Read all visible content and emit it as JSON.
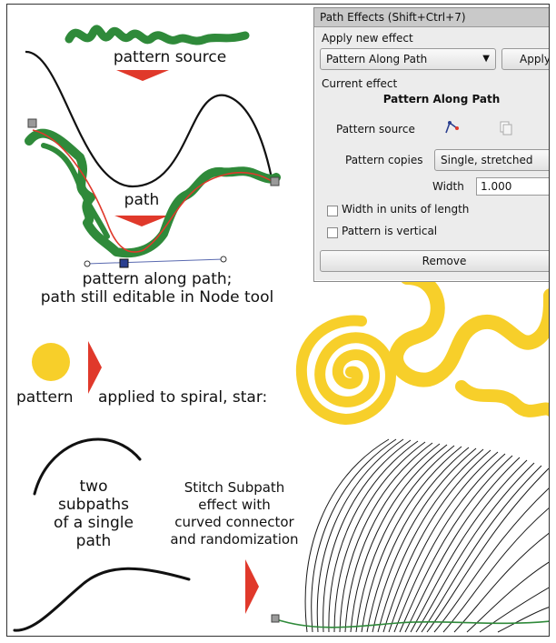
{
  "dialog": {
    "title": "Path Effects (Shift+Ctrl+7)",
    "apply_new_effect_label": "Apply new effect",
    "effect_combo_value": "Pattern Along Path",
    "apply_button": "Apply",
    "current_effect_label": "Current effect",
    "current_effect_name": "Pattern Along Path",
    "pattern_source_label": "Pattern source",
    "pattern_copies_label": "Pattern copies",
    "pattern_copies_value": "Single, stretched",
    "width_label": "Width",
    "width_value": "1.000",
    "width_units_checkbox": "Width in units of length",
    "pattern_vertical_checkbox": "Pattern is vertical",
    "remove_button": "Remove",
    "icons": [
      "edit-path-icon",
      "copy-icon",
      "paste-icon"
    ]
  },
  "labels": {
    "pattern_source": "pattern source",
    "path": "path",
    "pattern_along_path_1": "pattern along path;",
    "pattern_along_path_2": "path still editable in Node tool",
    "pattern": "pattern",
    "applied_to": "applied to spiral, star:",
    "two_subpaths_1": "two",
    "two_subpaths_2": "subpaths",
    "two_subpaths_3": "of a single",
    "two_subpaths_4": "path",
    "stitch_1": "Stitch Subpath",
    "stitch_2": "effect with",
    "stitch_3": "curved connector",
    "stitch_4": "and randomization"
  },
  "colors": {
    "green": "#2f8a3a",
    "red": "#e0392b",
    "yellow": "#f7cf2a",
    "node_gray": "#9a9a9a",
    "node_blue": "#2a3f8f"
  }
}
